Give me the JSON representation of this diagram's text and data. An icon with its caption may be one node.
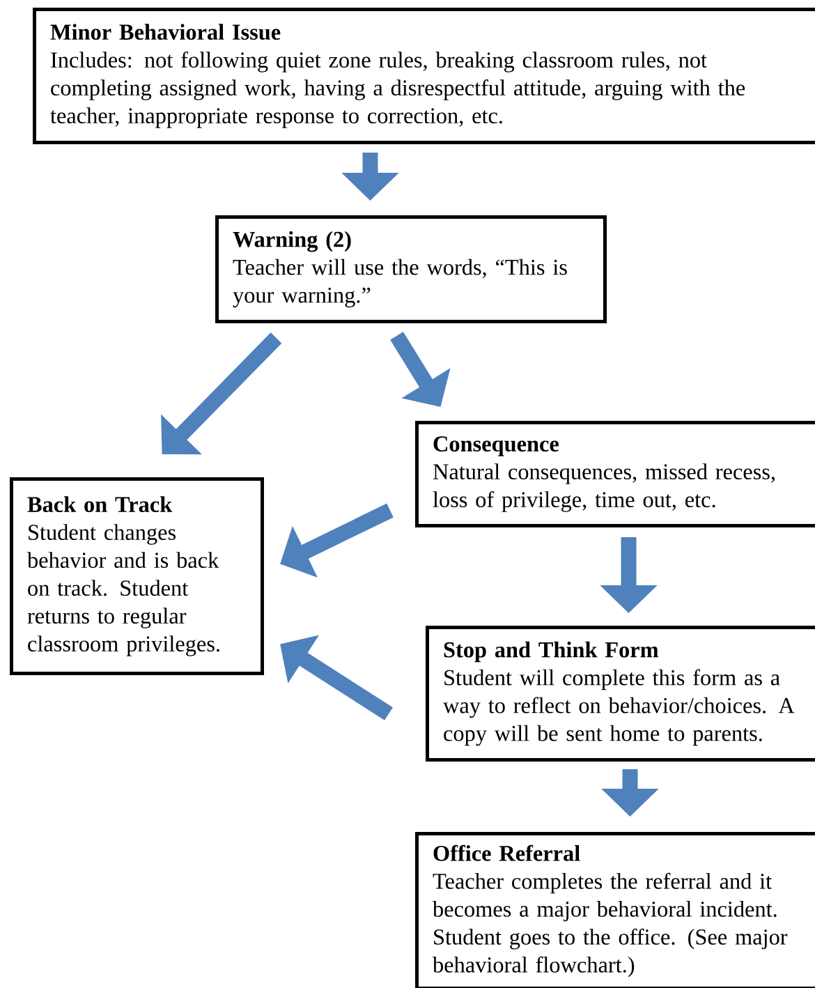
{
  "diagram": {
    "nodes": [
      {
        "text": [
          "Minor Behavioral Issue",
          "Includes: not following quiet zone rules, breaking classroom rules, not completing assigned work, having a disrespectful attitude, arguing with the teacher, inappropriate response to correction, etc."
        ]
      },
      {
        "text": [
          "Warning (2)",
          "Teacher will use the words, “This is your warning.”"
        ]
      },
      {
        "text": [
          "Back on Track",
          "Student changes behavior and is back on track. Student returns to regular classroom privileges."
        ]
      },
      {
        "text": [
          "Consequence",
          "Natural consequences, missed recess, loss of privilege, time out, etc."
        ]
      },
      {
        "text": [
          "Stop and Think Form",
          "Student will complete this form as a way to reflect on behavior/choices. A copy will be sent home to parents."
        ]
      },
      {
        "text": [
          "Office Referral",
          "Teacher completes the referral and it becomes a major behavioral incident. Student goes to the office. (See major behavioral flowchart.)"
        ]
      }
    ],
    "edges": [
      {
        "from": 0,
        "to": 1,
        "arrow": "to"
      },
      {
        "from": 1,
        "to": 2,
        "arrow": "to"
      },
      {
        "from": 1,
        "to": 3,
        "arrow": "to"
      },
      {
        "from": 3,
        "to": 2,
        "arrow": "to"
      },
      {
        "from": 3,
        "to": 4,
        "arrow": "to"
      },
      {
        "from": 4,
        "to": 2,
        "arrow": "to"
      },
      {
        "from": 4,
        "to": 5,
        "arrow": "to"
      }
    ]
  }
}
